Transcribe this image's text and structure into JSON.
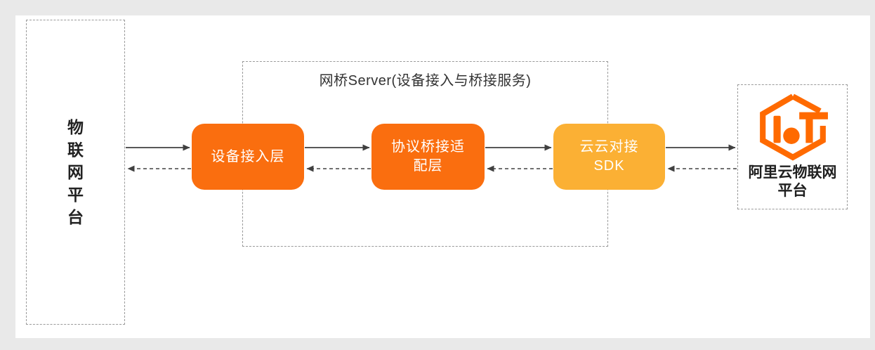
{
  "canvas": {
    "background": "#e9e9e9",
    "panel_background": "#ffffff",
    "dashed_border_color": "#9a9a9a",
    "arrow_color": "#404040"
  },
  "left_platform": {
    "label": "物\n联\n网\n平\n台"
  },
  "bridge_server": {
    "title": "网桥Server(设备接入与桥接服务)",
    "nodes": [
      {
        "id": "device-access-layer",
        "label": "设备接入层",
        "color": "#fa6e0f"
      },
      {
        "id": "protocol-bridge-adapter-layer",
        "label": "协议桥接适\n配层",
        "color": "#fa6e0f"
      },
      {
        "id": "cloud-cloud-sdk",
        "label": "云云对接\nSDK",
        "color": "#fbb034"
      }
    ]
  },
  "right_platform": {
    "label": "阿里云物联网\n平台",
    "icon": "aliyun-iot-logo",
    "logo_color": "#ff6a00"
  },
  "arrows": {
    "forward_style": "solid",
    "backward_style": "dashed",
    "links": [
      "物联网平台 -> 设备接入层",
      "设备接入层 -> 协议桥接适配层",
      "协议桥接适配层 -> 云云对接SDK",
      "云云对接SDK -> 阿里云物联网平台"
    ]
  }
}
